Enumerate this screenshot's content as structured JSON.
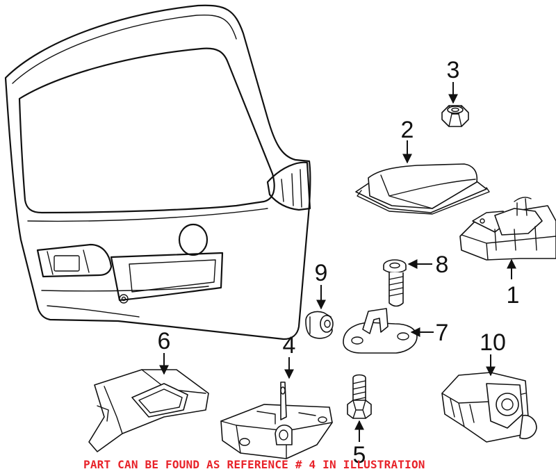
{
  "callouts": {
    "part_1": "1",
    "part_2": "2",
    "part_3": "3",
    "part_4": "4",
    "part_5": "5",
    "part_6": "6",
    "part_7": "7",
    "part_8": "8",
    "part_9": "9",
    "part_10": "10"
  },
  "caption": "PART CAN BE FOUND AS REFERENCE # 4 IN ILLUSTRATION",
  "colors": {
    "line": "#111111",
    "caption": "#e8232a",
    "background": "#ffffff"
  }
}
